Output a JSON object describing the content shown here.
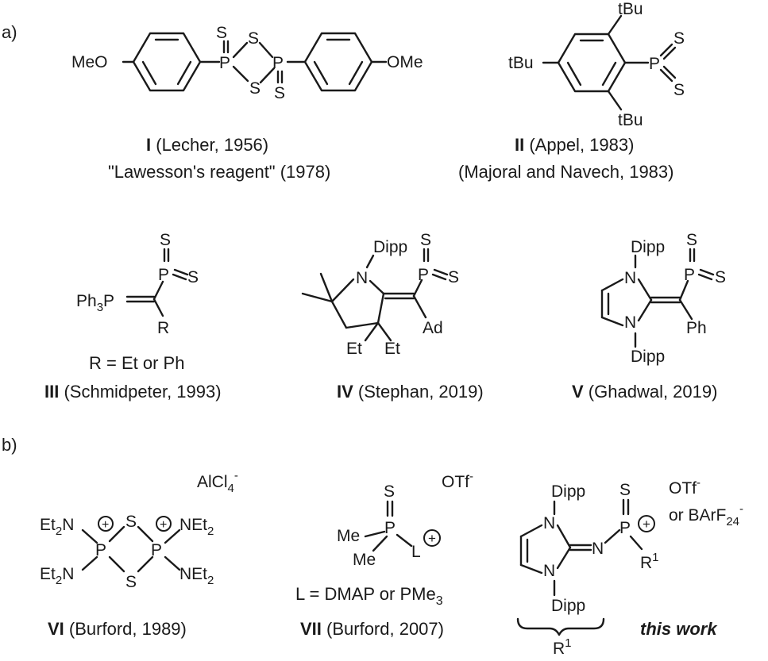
{
  "panels": {
    "a": "a)",
    "b": "b)"
  },
  "compounds": {
    "I": {
      "numeral": "I",
      "caption": " (Lecher, 1956)",
      "caption2": "\"Lawesson's reagent\" (1978)",
      "left_group": "MeO",
      "right_group": "OMe"
    },
    "II": {
      "numeral": "II",
      "caption": " (Appel, 1983)",
      "caption2": "(Majoral and Navech, 1983)",
      "substituent": "tBu"
    },
    "III": {
      "numeral": "III",
      "caption": " (Schmidpeter, 1993)",
      "note": "R = Et or Ph",
      "ylide_group": "Ph",
      "ylide_sub": "3",
      "ylide_p": "P",
      "r_group": "R"
    },
    "IV": {
      "numeral": "IV",
      "caption": " (Stephan, 2019)",
      "n_sub": "Dipp",
      "ad": "Ad",
      "et": "Et"
    },
    "V": {
      "numeral": "V",
      "caption": " (Ghadwal, 2019)",
      "n_sub": "Dipp",
      "ph": "Ph"
    },
    "VI": {
      "numeral": "VI",
      "caption": " (Burford, 1989)",
      "anion": "AlCl",
      "anion_sub": "4",
      "anion_sup": "-",
      "amine": "Et",
      "amine_sub": "2",
      "n": "N"
    },
    "VII": {
      "numeral": "VII",
      "caption": " (Burford, 2007)",
      "anion": "OTf",
      "anion_sup": "-",
      "me": "Me",
      "ligand": "L",
      "note_pre": "L = DMAP or PMe",
      "note_sub": "3"
    },
    "this_work": {
      "label": "this work",
      "anion": "OTf",
      "anion_sup": "-",
      "anion2_pre": "or BArF",
      "anion2_sub": "24",
      "anion2_sup": "-",
      "n_sub": "Dipp",
      "r": "R",
      "r_sup": "1",
      "brace_label": "R",
      "brace_sup": "1"
    }
  },
  "atoms": {
    "S": "S",
    "P": "P",
    "N": "N",
    "plus": "+"
  }
}
